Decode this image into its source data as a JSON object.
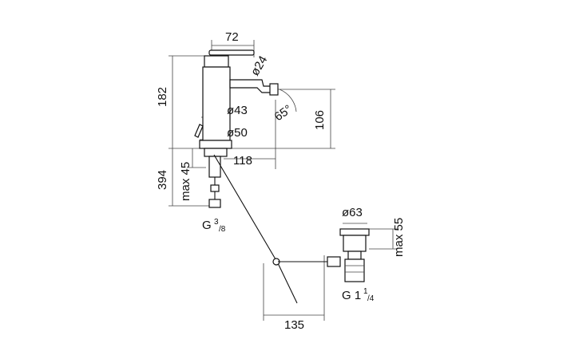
{
  "dimensions": {
    "top_width": "72",
    "spout_diameter": "ø24",
    "height_total": "182",
    "body_diameter": "ø43",
    "angle": "65°",
    "spout_height": "106",
    "base_diameter": "ø50",
    "reach": "118",
    "hose_length": "394",
    "max_thickness": "max 45",
    "hose_thread_main": "G",
    "hose_thread_sup": "3",
    "hose_thread_sub": "/8",
    "waste_diameter": "ø63",
    "waste_max": "max 55",
    "waste_thread_main": "G 1",
    "waste_thread_sup": "1",
    "waste_thread_sub": "/4",
    "rod_length": "135"
  }
}
